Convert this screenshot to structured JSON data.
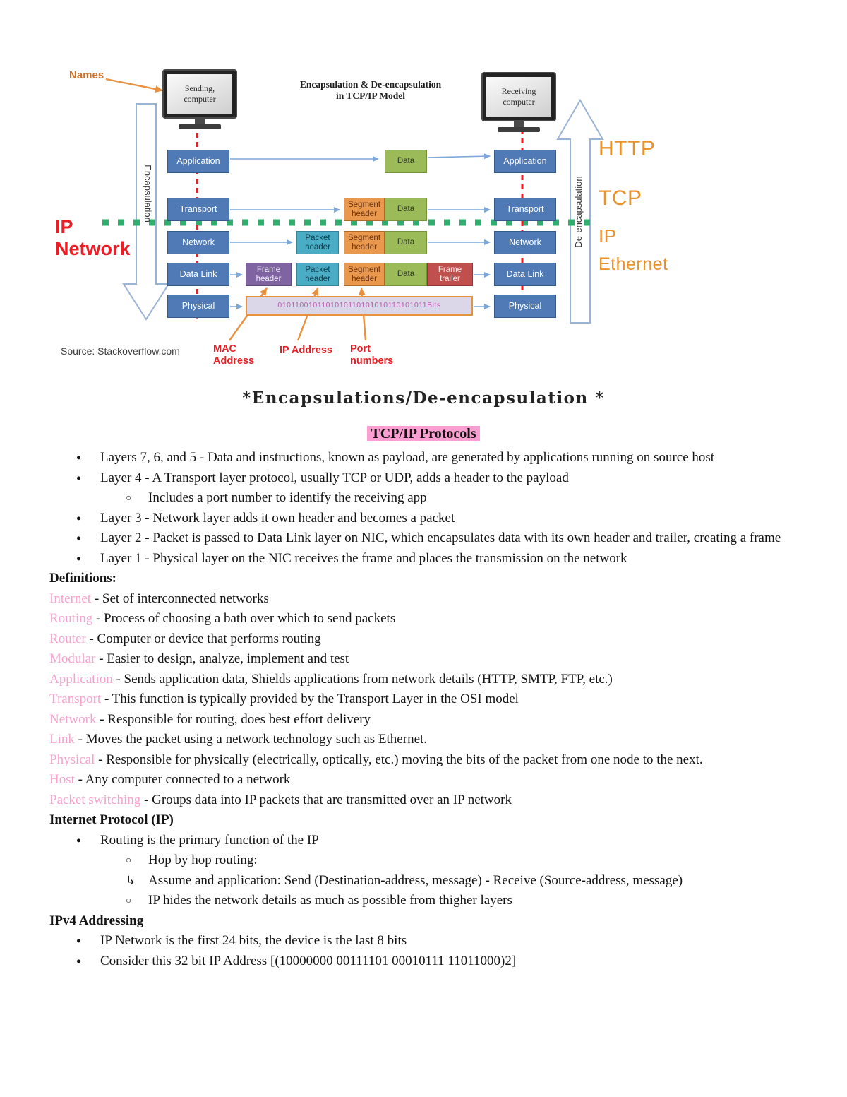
{
  "palette": {
    "highlight_pink": "#fb9ed1",
    "term_pink": "#f5a3ce",
    "label_orange": "#e8922c",
    "label_red": "#ee1c25",
    "green_boundary": "#2fae6e",
    "layer_blue": "#4f7ab5"
  },
  "diagram": {
    "names_label": "Names",
    "sending_computer": "Sending,\ncomputer",
    "receiving_computer": "Receiving\ncomputer",
    "title": "Encapsulation & De-encapsulation\nin TCP/IP Model",
    "encapsulation_label": "Encapsulation",
    "deencapsulation_label": "De-encapsulation",
    "left_layers": [
      "Application",
      "Transport",
      "Network",
      "Data Link",
      "Physical"
    ],
    "right_layers": [
      "Application",
      "Transport",
      "Network",
      "Data Link",
      "Physical"
    ],
    "box_labels": {
      "data": "Data",
      "segment_header": "Segment header",
      "packet_header": "Packet header",
      "frame_header": "Frame header",
      "frame_trailer": "Frame trailer",
      "bits": "0101100101101010110101010110101011Bits"
    },
    "protocol_labels": [
      "HTTP",
      "TCP",
      "IP",
      "Ethernet"
    ],
    "ip_network_label": "IP\nNetwork",
    "mac_address_label": "MAC\nAddress",
    "ip_address_label": "IP Address",
    "port_numbers_label": "Port\nnumbers",
    "source": "Source: Stackoverflow.com"
  },
  "notes": {
    "heading": "*Encapsulations/De-encapsulation *",
    "section_title": "TCP/IP Protocols",
    "bullets": [
      {
        "marker": "●",
        "text": "Layers 7, 6, and 5 - Data and instructions, known as payload, are generated by applications running on source host"
      },
      {
        "marker": "●",
        "text": "Layer 4 - A Transport layer protocol, usually TCP or UDP, adds a header to the payload"
      },
      {
        "marker": "○",
        "text": "Includes a port number to identify the receiving app"
      },
      {
        "marker": "●",
        "text": "Layer 3 - Network layer adds it own header and becomes a packet"
      },
      {
        "marker": "●",
        "text": "Layer 2 - Packet is passed to Data Link layer on NIC, which encapsulates data with its own header and trailer, creating a frame"
      },
      {
        "marker": "●",
        "text": "Layer 1 - Physical layer on the NIC receives the frame and places the transmission on the network"
      }
    ],
    "definitions_heading": "Definitions:",
    "definitions": [
      {
        "term": "Internet",
        "rest": " - Set of interconnected networks"
      },
      {
        "term": "Routing",
        "rest": " - Process of choosing a bath over which to send packets"
      },
      {
        "term": "Router",
        "rest": " - Computer or device that performs routing"
      },
      {
        "term": "Modular",
        "rest": " - Easier to design, analyze, implement and test"
      },
      {
        "term": "Application",
        "rest": " - Sends application data, Shields applications from network details (HTTP, SMTP, FTP, etc.)"
      },
      {
        "term": "Transport",
        "rest": " - This function is typically provided by the Transport Layer in the OSI model"
      },
      {
        "term": "Network",
        "rest": " - Responsible for routing, does best effort delivery"
      },
      {
        "term": "Link",
        "rest": " - Moves the packet using a network technology such as Ethernet."
      },
      {
        "term": "Physical",
        "rest": " - Responsible for physically (electrically, optically, etc.) moving the bits of the packet from one node to the next."
      },
      {
        "term": "Host",
        "rest": " - Any computer connected to a network"
      },
      {
        "term": "Packet switching",
        "rest": " - Groups data into IP packets that are transmitted over an IP network"
      }
    ],
    "ip_heading": "Internet Protocol (IP)",
    "ip_bullets": [
      {
        "marker": "●",
        "text": "Routing is the primary function of the IP"
      },
      {
        "marker": "○",
        "text": "Hop by hop routing:"
      },
      {
        "marker": "↳",
        "text": "Assume and application: Send (Destination-address, message) - Receive (Source-address, message)"
      },
      {
        "marker": "○",
        "text": "IP hides the network details as much as possible from thigher layers"
      }
    ],
    "ipv4_heading": "IPv4 Addressing",
    "ipv4_bullets": [
      {
        "marker": "●",
        "text": "IP Network is the first 24 bits, the device is the last 8 bits"
      },
      {
        "marker": "●",
        "text": "Consider this 32 bit IP Address [(10000000 00111101 00010111 11011000)2]"
      }
    ]
  }
}
